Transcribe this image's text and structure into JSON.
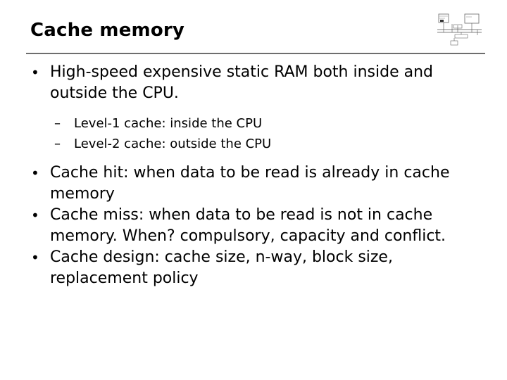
{
  "slide": {
    "title": "Cache memory"
  },
  "bullets": [
    {
      "text": "High-speed expensive static RAM both inside and outside the CPU.",
      "subbullets": [
        "Level-1 cache: inside the CPU",
        "Level-2 cache: outside the CPU"
      ]
    },
    {
      "text": "Cache hit: when data to be read is already in cache memory"
    },
    {
      "text": "Cache miss: when data to be read is not in cache memory. When? compulsory, capacity and conflict."
    },
    {
      "text": "Cache design: cache size, n-way, block size, replacement policy"
    }
  ],
  "glyphs": {
    "bullet": "•",
    "dash": "–"
  },
  "thumbnail": {
    "icon": "computer-architecture-diagram-icon"
  }
}
